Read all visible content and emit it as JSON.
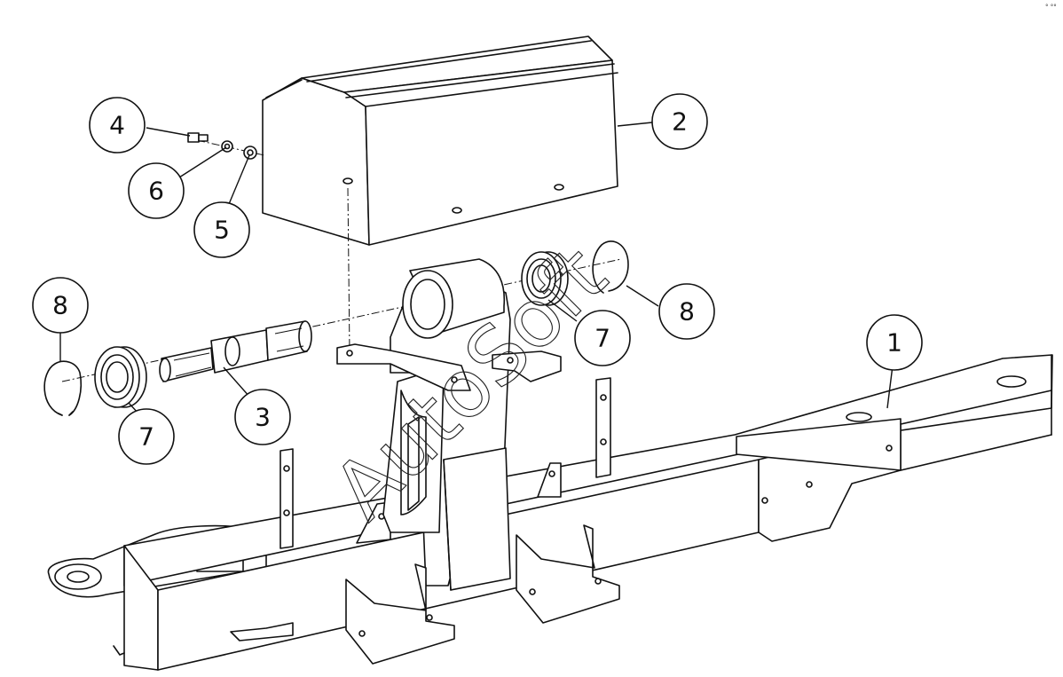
{
  "callouts": [
    {
      "id": "c4",
      "label": "4"
    },
    {
      "id": "c6",
      "label": "6"
    },
    {
      "id": "c5",
      "label": "5"
    },
    {
      "id": "c2",
      "label": "2"
    },
    {
      "id": "c8a",
      "label": "8"
    },
    {
      "id": "c7a",
      "label": "7"
    },
    {
      "id": "c3",
      "label": "3"
    },
    {
      "id": "c8b",
      "label": "8"
    },
    {
      "id": "c7b",
      "label": "7"
    },
    {
      "id": "c1",
      "label": "1"
    }
  ],
  "watermark": "AutoSoft",
  "corner_mark": "° °°"
}
